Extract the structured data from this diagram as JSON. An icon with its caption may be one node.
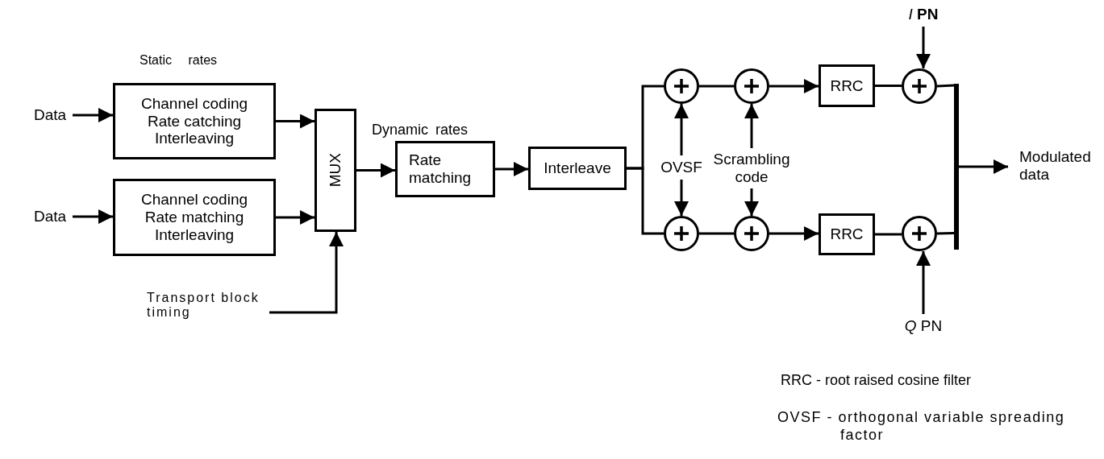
{
  "diagram": {
    "nodes": [
      {
        "text": [
          "Data"
        ]
      },
      {
        "text": [
          "Data"
        ]
      },
      {
        "text": [
          "Channel coding",
          "Rate catching",
          "Interleaving"
        ],
        "beside": [
          "Static rates"
        ]
      },
      {
        "text": [
          "Channel coding",
          "Rate matching",
          "Interleaving"
        ]
      },
      {
        "text": [
          "MUX"
        ]
      },
      {
        "text": [
          "Transport block timing"
        ]
      },
      {
        "text": [
          "Rate matching"
        ],
        "beside": [
          "Dynamic rates"
        ]
      },
      {
        "text": [
          "Interleave"
        ]
      },
      {
        "text": [],
        "shape": "circle"
      },
      {
        "text": [],
        "shape": "circle"
      },
      {
        "text": [
          "RRC"
        ]
      },
      {
        "text": [],
        "shape": "circle"
      },
      {
        "text": [],
        "shape": "circle"
      },
      {
        "text": [],
        "shape": "circle"
      },
      {
        "text": [
          "RRC"
        ]
      },
      {
        "text": [],
        "shape": "circle"
      },
      {
        "text": [
          "OVSF"
        ]
      },
      {
        "text": [
          "Scrambling code"
        ]
      },
      {
        "text": [
          "*I* **PN**"
        ]
      },
      {
        "text": [
          "*Q* PN"
        ]
      },
      {
        "text": [
          "Modulated data"
        ]
      },
      {
        "text": [],
        "shape": "bar"
      }
    ],
    "edges": [
      {
        "from": 0,
        "to": 2,
        "arrow": "to"
      },
      {
        "from": 1,
        "to": 3,
        "arrow": "to"
      },
      {
        "from": 2,
        "to": 4,
        "arrow": "to"
      },
      {
        "from": 3,
        "to": 4,
        "arrow": "to"
      },
      {
        "from": 5,
        "to": 4,
        "arrow": "to"
      },
      {
        "from": 4,
        "to": 6,
        "arrow": "to"
      },
      {
        "from": 6,
        "to": 7,
        "arrow": "to"
      },
      {
        "from": 7,
        "to": 8,
        "arrow": "none"
      },
      {
        "from": 7,
        "to": 12,
        "arrow": "none"
      },
      {
        "from": 8,
        "to": 9,
        "arrow": "none"
      },
      {
        "from": 9,
        "to": 10,
        "arrow": "to"
      },
      {
        "from": 10,
        "to": 11,
        "arrow": "none"
      },
      {
        "from": 12,
        "to": 13,
        "arrow": "none"
      },
      {
        "from": 13,
        "to": 14,
        "arrow": "to"
      },
      {
        "from": 14,
        "to": 15,
        "arrow": "none"
      },
      {
        "from": 16,
        "to": 8,
        "arrow": "to"
      },
      {
        "from": 16,
        "to": 12,
        "arrow": "to"
      },
      {
        "from": 17,
        "to": 9,
        "arrow": "to"
      },
      {
        "from": 17,
        "to": 13,
        "arrow": "to"
      },
      {
        "from": 18,
        "to": 11,
        "arrow": "to"
      },
      {
        "from": 19,
        "to": 15,
        "arrow": "to"
      },
      {
        "from": 11,
        "to": 21,
        "arrow": "none"
      },
      {
        "from": 15,
        "to": 21,
        "arrow": "none"
      },
      {
        "from": 21,
        "to": 20,
        "arrow": "to"
      }
    ],
    "labels": [
      "RRC - root raised cosine filter",
      "OVSF - orthogonal variable spreading factor"
    ]
  }
}
